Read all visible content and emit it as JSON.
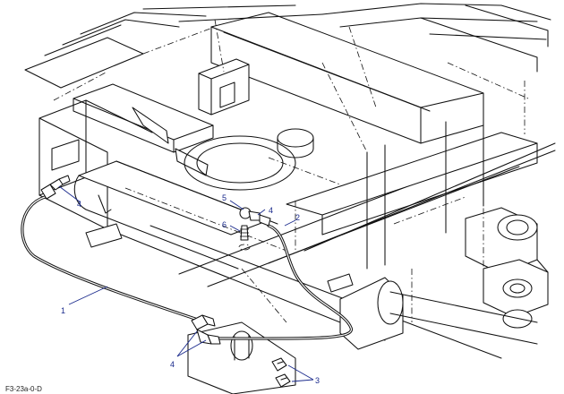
{
  "figure": {
    "code": "F3-23a-0-D",
    "callouts": [
      {
        "id": "c1",
        "label": "1"
      },
      {
        "id": "c2",
        "label": "2"
      },
      {
        "id": "c3",
        "label": "3"
      },
      {
        "id": "c4a",
        "label": "4"
      },
      {
        "id": "c4b",
        "label": "4"
      },
      {
        "id": "c4c",
        "label": "4"
      },
      {
        "id": "c5",
        "label": "5"
      },
      {
        "id": "c6",
        "label": "6"
      }
    ]
  },
  "colors": {
    "line_art": "#111111",
    "callout": "#1a2a8c",
    "background": "#ffffff"
  }
}
